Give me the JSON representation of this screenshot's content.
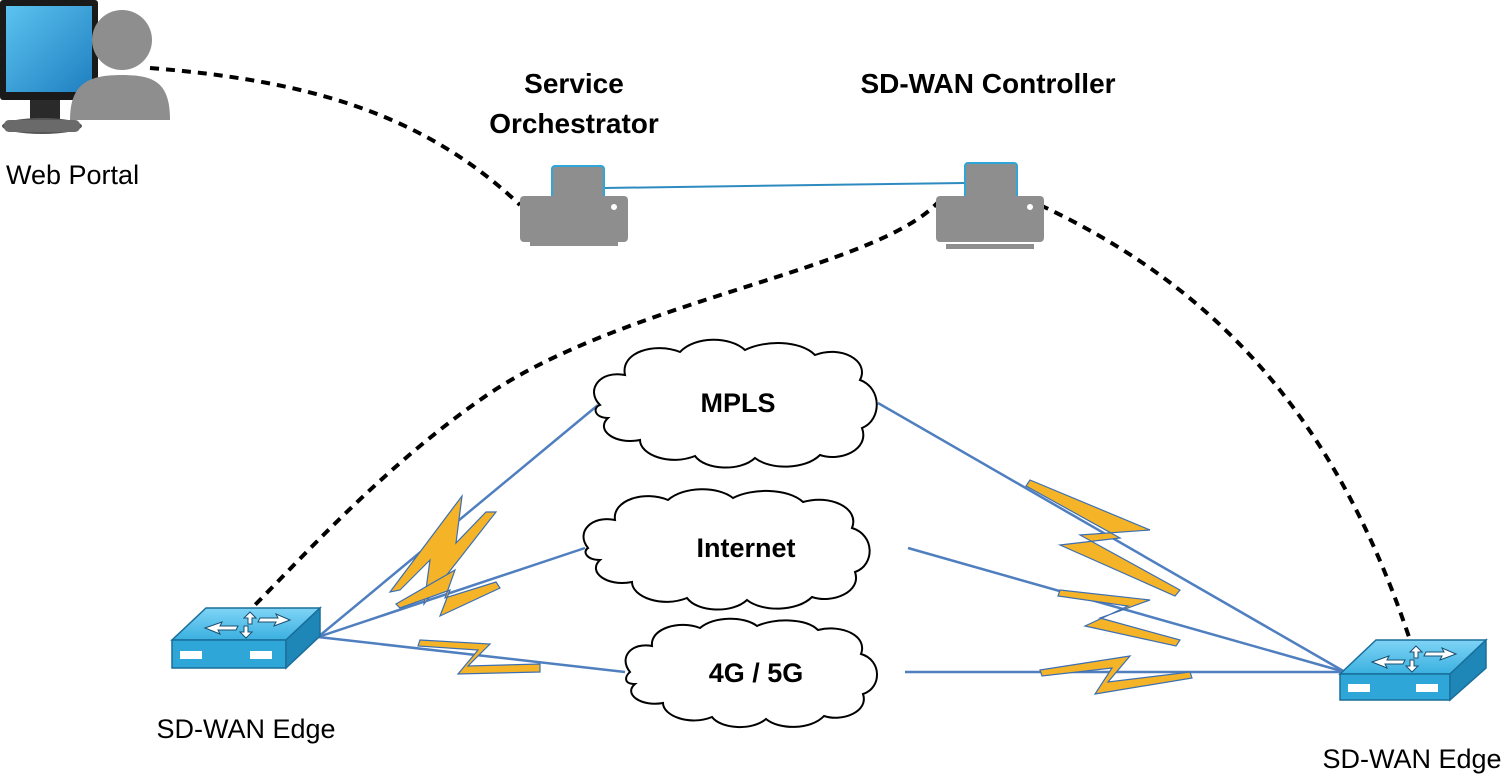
{
  "nodes": {
    "web_portal": {
      "label": "Web Portal",
      "icon": "user-workstation-icon"
    },
    "service_orchestrator": {
      "label_line1": "Service",
      "label_line2": "Orchestrator",
      "icon": "server-icon"
    },
    "sdwan_controller": {
      "label": "SD-WAN Controller",
      "icon": "server-icon"
    },
    "edge_left": {
      "label": "SD-WAN Edge",
      "icon": "router-icon"
    },
    "edge_right": {
      "label": "SD-WAN Edge",
      "icon": "router-icon"
    }
  },
  "networks": [
    {
      "label": "MPLS",
      "icon": "cloud-icon"
    },
    {
      "label": "Internet",
      "icon": "cloud-icon"
    },
    {
      "label": "4G / 5G",
      "icon": "cloud-icon"
    }
  ],
  "colors": {
    "device_gray": "#8e8e8e",
    "device_blue": "#2ea6d8",
    "link_blue": "#4f7fbf",
    "lightning_yellow": "#f5b427",
    "dashed_link": "#000000"
  }
}
